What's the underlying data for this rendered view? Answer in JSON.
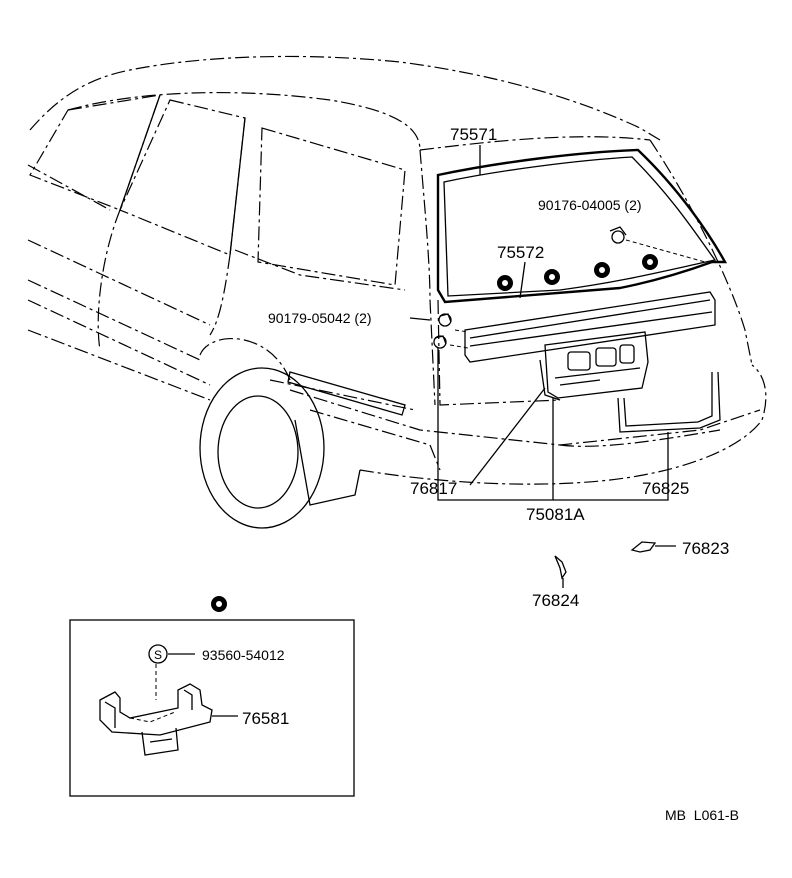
{
  "parts": {
    "p75571": "75571",
    "p75572": "75572",
    "p90176": "90176-04005 (2)",
    "p90179": "90179-05042 (2)",
    "p76817": "76817",
    "p76825": "76825",
    "p75081A": "75081A",
    "p76823": "76823",
    "p76824": "76824",
    "p93560": "93560-54012",
    "p76581": "76581"
  },
  "symbols": {
    "standard_part": "S"
  },
  "footer": {
    "code": "MB  L061-B"
  }
}
